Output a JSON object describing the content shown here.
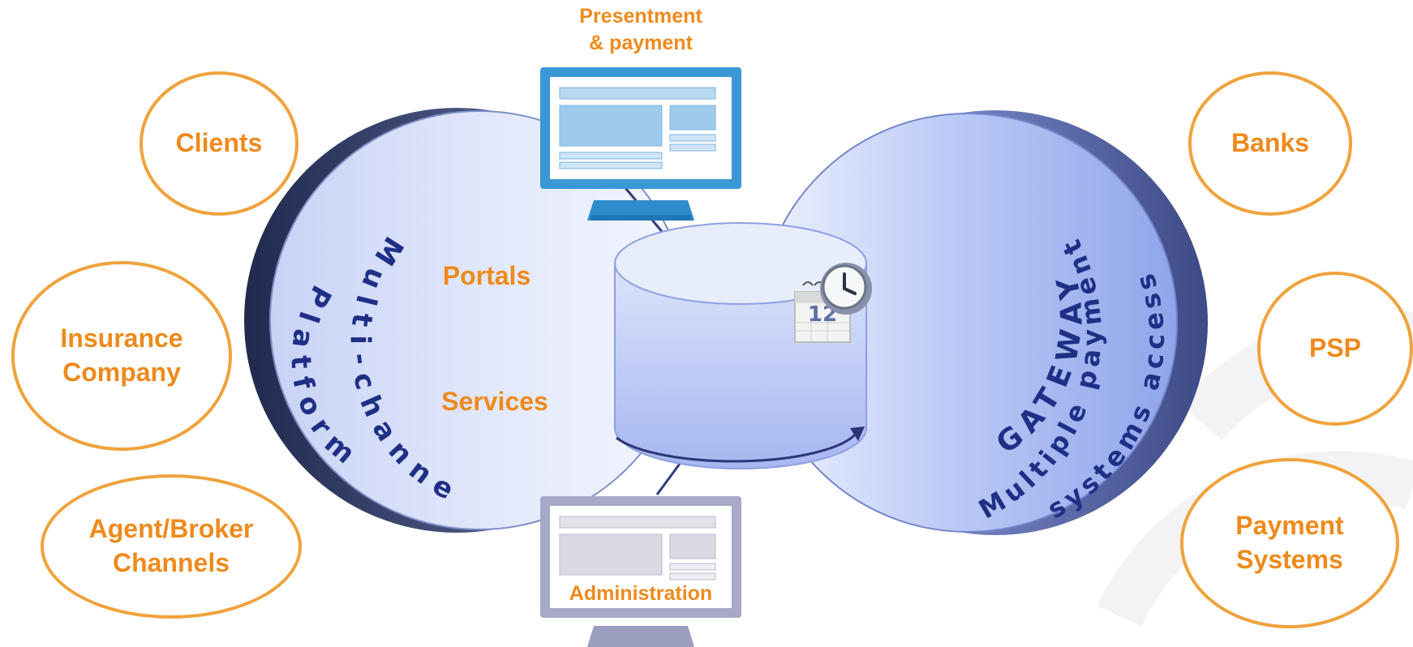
{
  "left_partners": [
    "Clients",
    "Insurance\nCompany",
    "Agent/Broker\nChannels"
  ],
  "right_partners": [
    "Banks",
    "PSP",
    "Payment\nSystems"
  ],
  "top_monitor_label": "Presentment\n& payment",
  "bottom_monitor_label": "Administration",
  "left_circle": {
    "title": "Multi-channel\nPlatform",
    "items": [
      "Portals",
      "Services"
    ]
  },
  "right_circle": {
    "title": "GATEWAY",
    "subtitle": "Multiple payment\nsystems access"
  },
  "database": {
    "calendar_day": "12"
  },
  "colors": {
    "accent_orange": "#ee8a1c",
    "oval_border": "#f0a23c",
    "circle_text": "#1e2f85",
    "monitor_blue": "#3a98d6",
    "monitor_gray": "#a7a9c9"
  },
  "icons": [
    "calendar-icon",
    "clock-icon",
    "monitor-icon"
  ]
}
